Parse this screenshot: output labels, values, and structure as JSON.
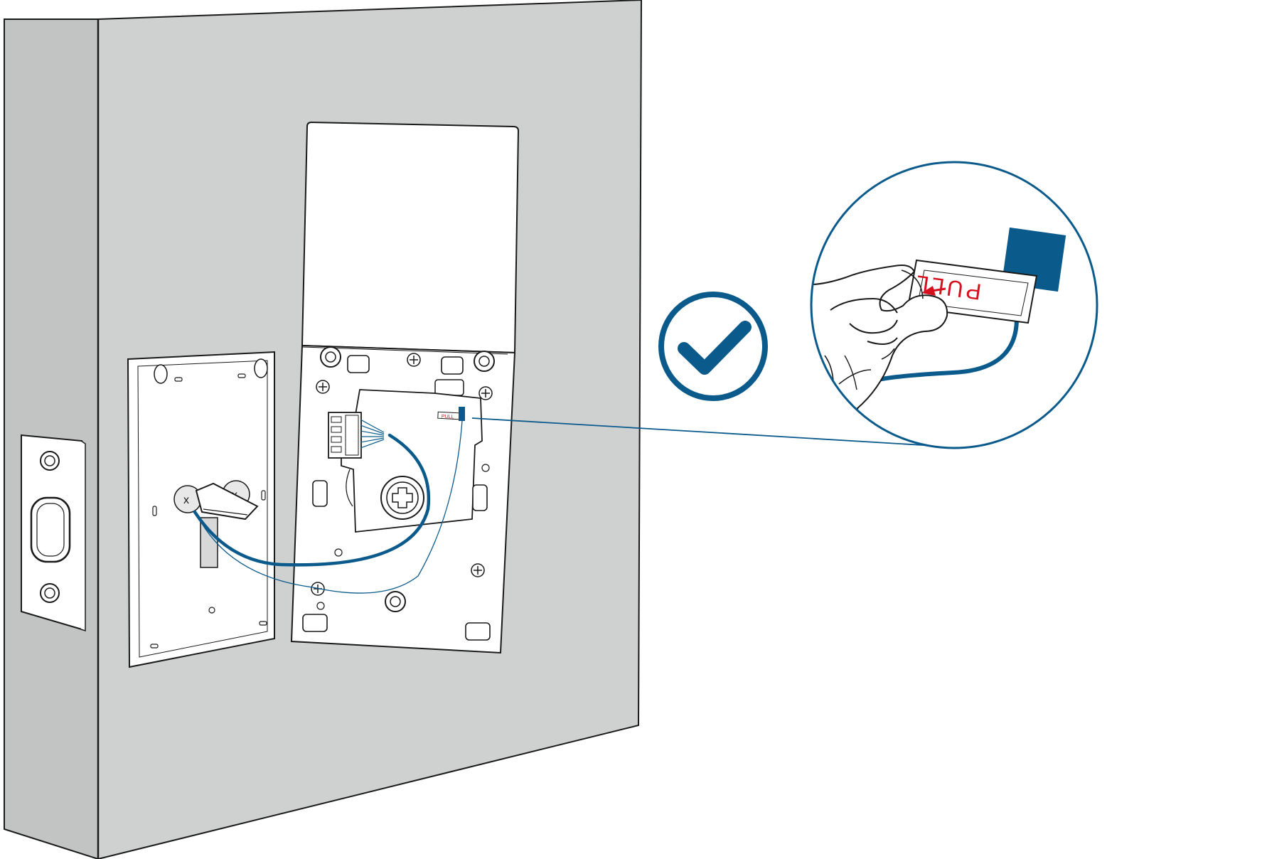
{
  "illustration": {
    "tab_label": "PULL",
    "mini_tab_label": "PULL"
  },
  "colors": {
    "wall": "#cfd0d0",
    "door_edge": "#c2c3c3",
    "outline": "#1a1a1a",
    "accent_blue": "#0b5a8c",
    "pull_red": "#d6101e",
    "plate": "#ffffff"
  },
  "icons": [
    "check-circle-icon",
    "magnifier-circle"
  ]
}
